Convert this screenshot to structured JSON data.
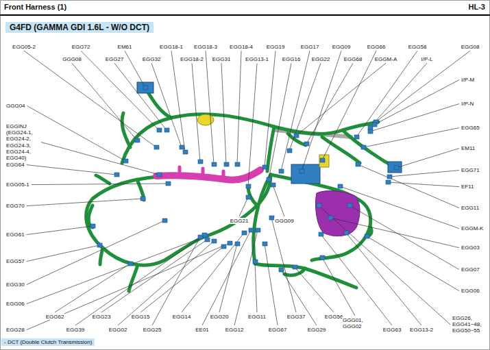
{
  "diagram": {
    "title": "Front Harness (1)",
    "nodes": [
      {
        "text": [
          "G4FD (GAMMA GDI 1.6L - W/O DCT)"
        ]
      },
      {
        "text": [
          "- DCT (Double Clutch Transmission)"
        ]
      }
    ],
    "edges": [],
    "labels": [
      "HL-3",
      "EGG05-2",
      "EGG72",
      "EM61",
      "EGG18-1",
      "EGG18-3",
      "EGG18-4",
      "EGG19",
      "EGG17",
      "EGG09",
      "EGG66",
      "EGG58",
      "EGG08",
      "GGG08",
      "EGG27",
      "EGG32",
      "EGG18-2",
      "EGG31",
      "EGG13-1",
      "EGG16",
      "EGG22",
      "EGG68",
      "EGGM-A",
      "I/P-L",
      "I/P-M",
      "I/P-N",
      "EGG65",
      "EM11",
      "EGG71",
      "EF11",
      "EGG11",
      "EGGM-K",
      "EGG03",
      "EGG07",
      "EGG06",
      "EGG26, EGG41~48, EGG50~55",
      "GGG04",
      "EGGINJ (EGG24-1, EGG24-2, EGG24-3, EGG24-4, EGG40)",
      "EGG64",
      "EGG05-1",
      "EGG70",
      "EGG61",
      "EGG57",
      "EGG30",
      "EGG06",
      "EGG28",
      "EGG62",
      "EGG39",
      "EGG23",
      "EGG02",
      "EGG15",
      "EGG25",
      "EGG14",
      "EE01",
      "EGG20",
      "EGG12",
      "EGG11",
      "EGG67",
      "EGG37",
      "EGG29",
      "EGG56",
      "GGG01, GGG02",
      "EGG63",
      "EGG13-2",
      "EGG21",
      "GGG09"
    ]
  }
}
